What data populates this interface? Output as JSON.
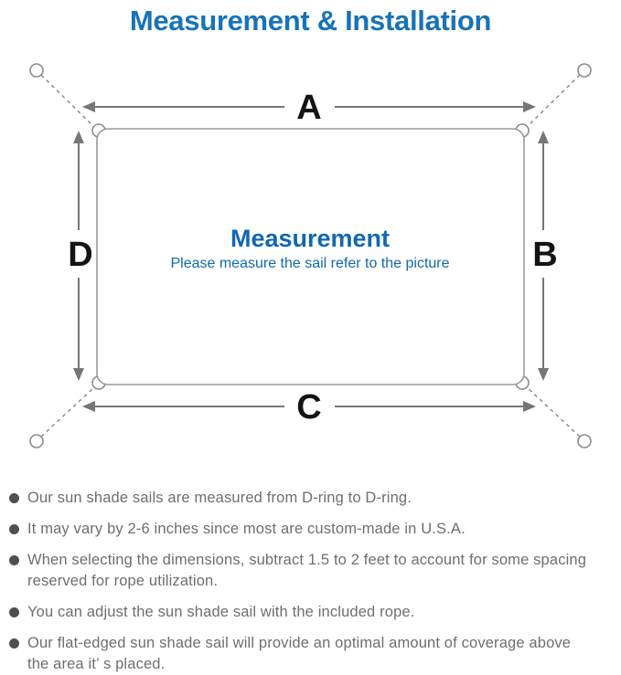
{
  "title": "Measurement & Installation",
  "colors": {
    "accent_blue": "#1773b9",
    "center_blue": "#1168b2",
    "line_gray": "#8c8c8c",
    "arrow_gray": "#767676",
    "sail_stroke": "#9a9a9a",
    "label_black": "#141414",
    "text_gray": "#6e6e6e",
    "bullet_gray": "#4f4f4f"
  },
  "diagram": {
    "dimension_labels": {
      "top": "A",
      "right": "B",
      "bottom": "C",
      "left": "D"
    },
    "center_title": "Measurement",
    "center_subtitle": "Please measure the sail refer to the picture"
  },
  "bullets": [
    "Our sun shade sails are measured from D-ring to D-ring.",
    "It may vary by 2-6 inches since most are custom-made in U.S.A.",
    "When selecting the dimensions, subtract 1.5 to 2 feet to account for some spacing\nreserved for rope utilization.",
    "You can adjust the sun shade sail with the included rope.",
    "Our flat-edged sun shade sail will provide an optimal amount of coverage above\nthe area it’ s placed."
  ]
}
